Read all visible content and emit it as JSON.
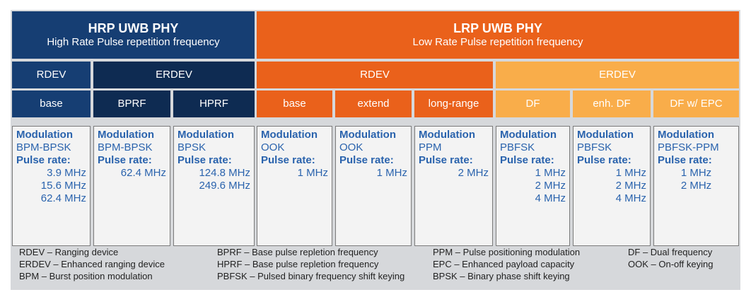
{
  "hrp": {
    "title": "HRP UWB PHY",
    "subtitle": "High Rate Pulse repetition frequency"
  },
  "lrp": {
    "title": "LRP UWB PHY",
    "subtitle": "Low Rate Pulse repetition frequency"
  },
  "groups": {
    "hrp_rdev": "RDEV",
    "hrp_erdev": "ERDEV",
    "lrp_rdev": "RDEV",
    "lrp_erdev": "ERDEV"
  },
  "modes": [
    "base",
    "BPRF",
    "HPRF",
    "base",
    "extend",
    "long-range",
    "DF",
    "enh. DF",
    "DF w/ EPC"
  ],
  "modulation_label": "Modulation",
  "pulse_rate_label": "Pulse rate:",
  "modulations": [
    "BPM-BPSK",
    "BPM-BPSK",
    "BPSK",
    "OOK",
    "OOK",
    "PPM",
    "PBFSK",
    "PBFSK",
    "PBFSK-PPM"
  ],
  "pulse_rates": [
    [
      "3.9 MHz",
      "15.6 MHz",
      "62.4 MHz"
    ],
    [
      "62.4 MHz"
    ],
    [
      "124.8 MHz",
      "249.6 MHz"
    ],
    [
      "1 MHz"
    ],
    [
      "1 MHz"
    ],
    [
      "2 MHz"
    ],
    [
      "1 MHz",
      "2 MHz",
      "4 MHz"
    ],
    [
      "1 MHz",
      "2 MHz",
      "4 MHz"
    ],
    [
      "1 MHz",
      "2 MHz"
    ]
  ],
  "legend": {
    "col1": [
      "RDEV – Ranging device",
      "ERDEV – Enhanced ranging device",
      "BPM – Burst position modulation"
    ],
    "col2": [
      "BPRF – Base pulse repletion frequency",
      "HPRF – Base pulse repletion frequency",
      "PBFSK – Pulsed binary frequency shift keying"
    ],
    "col3": [
      "PPM – Pulse positioning modulation",
      "EPC – Enhanced payload capacity",
      "BPSK – Binary phase shift keying"
    ],
    "col4": [
      "DF – Dual frequency",
      "OOK – On-off keying"
    ]
  },
  "colors": {
    "hrp_blue": "#163e73",
    "hrp_dark": "#0e2b52",
    "lrp_orange": "#ea611b",
    "erdev_light_orange": "#f9ad4a",
    "text_blue": "#2a63ad",
    "frame_gray": "#d6d8db"
  }
}
